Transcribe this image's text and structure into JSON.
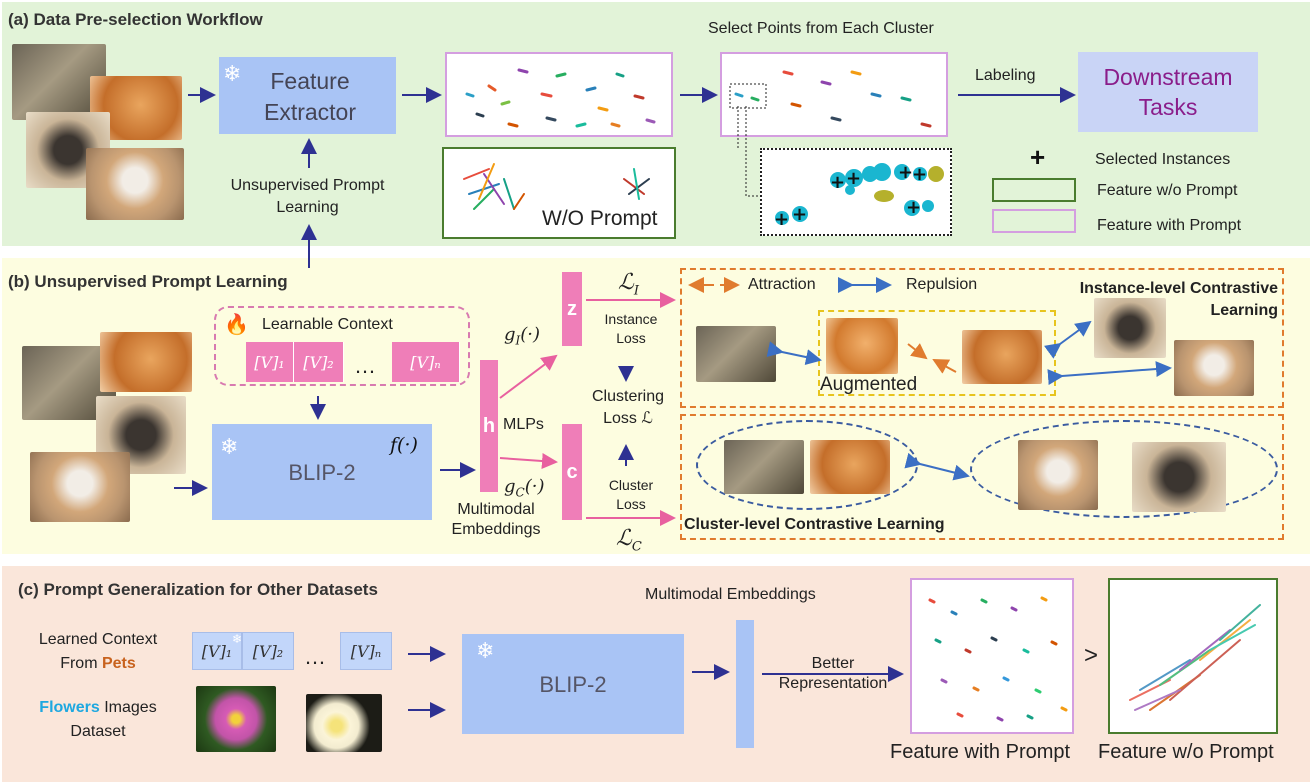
{
  "panel_a": {
    "title": "(a) Data Pre-selection Workflow",
    "feature_extractor": "Feature Extractor",
    "unsupervised_label": "Unsupervised Prompt Learning",
    "select_points": "Select Points from Each Cluster",
    "wo_prompt": "W/O Prompt",
    "labeling": "Labeling",
    "downstream": "Downstream Tasks",
    "legend": {
      "selected": "Selected Instances",
      "wo": "Feature w/o Prompt",
      "with": "Feature with Prompt",
      "plus": "+"
    }
  },
  "panel_b": {
    "title": "(b) Unsupervised Prompt Learning",
    "learnable_context": "Learnable Context",
    "tokens": [
      "[V]₁",
      "[V]₂",
      "…",
      "[V]ₙ"
    ],
    "blip2": "BLIP-2",
    "f_func": "f(·)",
    "h": "h",
    "z": "z",
    "c": "c",
    "gI": "g_I(·)",
    "gC": "g_C(·)",
    "mlps": "MLPs",
    "multimodal": "Multimodal Embeddings",
    "LI": "ℒ_I",
    "LC": "ℒ_C",
    "instance_loss": "Instance Loss",
    "clustering_loss": "Clustering Loss ℒ",
    "cluster_loss": "Cluster Loss",
    "attraction": "Attraction",
    "repulsion": "Repulsion",
    "instance_level": "Instance-level Contrastive Learning",
    "augmented": "Augmented",
    "cluster_level": "Cluster-level Contrastive Learning"
  },
  "panel_c": {
    "title": "(c) Prompt Generalization for Other Datasets",
    "learned_context_1": "Learned Context",
    "learned_context_from": "From",
    "pets": "Pets",
    "flowers": "Flowers",
    "images_dataset_1": "Images",
    "images_dataset_2": "Dataset",
    "tokens": [
      "[V]₁",
      "[V]₂",
      "…",
      "[V]ₙ"
    ],
    "blip2": "BLIP-2",
    "multimodal": "Multimodal Embeddings",
    "better": "Better",
    "representation": "Representation",
    "gt": ">",
    "feature_with": "Feature with Prompt",
    "feature_wo": "Feature w/o Prompt"
  },
  "colors": {
    "panel_a_bg": "#e2f3d8",
    "panel_b_bg": "#fdfde0",
    "panel_c_bg": "#fae6da",
    "blue_box": "#a9c4f5",
    "pink": "#ef7eb8",
    "arrow": "#2e3192",
    "purple_text": "#8a1d8a",
    "orange_dash": "#e07b2e",
    "green_border": "#4a7c2e",
    "violet_border": "#d49ee0"
  }
}
